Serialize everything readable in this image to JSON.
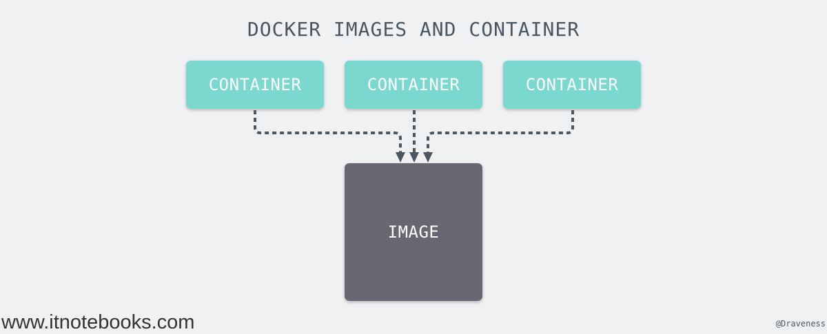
{
  "diagram": {
    "title": "DOCKER IMAGES AND CONTAINER",
    "containers": [
      {
        "label": "CONTAINER"
      },
      {
        "label": "CONTAINER"
      },
      {
        "label": "CONTAINER"
      }
    ],
    "image": {
      "label": "IMAGE"
    },
    "connector_color": "#4a5660",
    "container_color": "#7bd8cf",
    "image_color": "#696672"
  },
  "footer": {
    "watermark": "www.itnotebooks.com",
    "credit": "@Draveness"
  }
}
